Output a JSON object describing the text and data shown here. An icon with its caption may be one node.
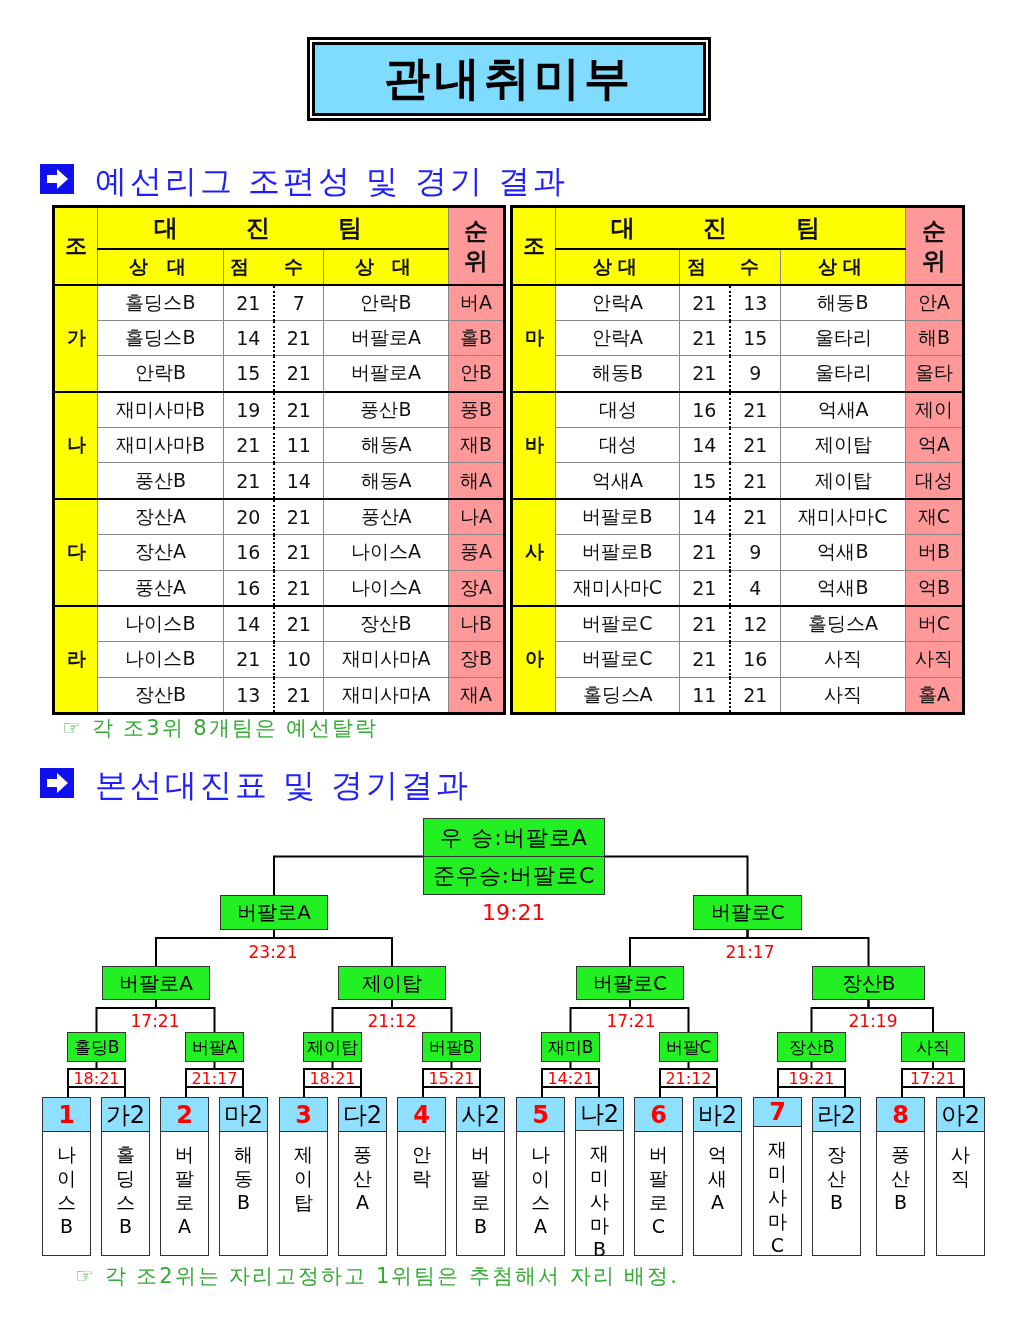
{
  "diagram": {
    "title": "관내취미부",
    "nodes": [
      {
        "text": [
          "우 승:버팔로A",
          "준우승:버팔로C"
        ]
      },
      {
        "text": [
          "버팔로A"
        ]
      },
      {
        "text": [
          "버팔로C"
        ]
      },
      {
        "text": [
          "버팔로A"
        ]
      },
      {
        "text": [
          "제이탑"
        ]
      },
      {
        "text": [
          "버팔로C"
        ]
      },
      {
        "text": [
          "장산B"
        ]
      },
      {
        "text": [
          "홀딩B"
        ]
      },
      {
        "text": [
          "버팔A"
        ]
      },
      {
        "text": [
          "제이탑"
        ]
      },
      {
        "text": [
          "버팔B"
        ]
      },
      {
        "text": [
          "재미B"
        ]
      },
      {
        "text": [
          "버팔C"
        ]
      },
      {
        "text": [
          "장산B"
        ]
      },
      {
        "text": [
          "사직"
        ]
      },
      {
        "text": [
          "18:21"
        ]
      },
      {
        "text": [
          "21:17"
        ]
      },
      {
        "text": [
          "18:21"
        ]
      },
      {
        "text": [
          "15:21"
        ]
      },
      {
        "text": [
          "14:21"
        ]
      },
      {
        "text": [
          "21:12"
        ]
      },
      {
        "text": [
          "19:21"
        ]
      },
      {
        "text": [
          "17:21"
        ]
      },
      {
        "text": [
          "1",
          "나이스B"
        ]
      },
      {
        "text": [
          "가2",
          "홀딩스B"
        ]
      },
      {
        "text": [
          "2",
          "버팔로A"
        ]
      },
      {
        "text": [
          "마2",
          "해동B"
        ]
      },
      {
        "text": [
          "3",
          "제이탑"
        ]
      },
      {
        "text": [
          "다2",
          "풍산A"
        ]
      },
      {
        "text": [
          "4",
          "안락"
        ]
      },
      {
        "text": [
          "사2",
          "버팔로B"
        ]
      },
      {
        "text": [
          "5",
          "나이스A"
        ]
      },
      {
        "text": [
          "나2",
          "재미사마B"
        ]
      },
      {
        "text": [
          "6",
          "버팔로C"
        ]
      },
      {
        "text": [
          "바2",
          "억새A"
        ]
      },
      {
        "text": [
          "7",
          "재미사마C"
        ]
      },
      {
        "text": [
          "라2",
          "장산B"
        ]
      },
      {
        "text": [
          "8",
          "풍산B"
        ]
      },
      {
        "text": [
          "아2",
          "사직"
        ]
      }
    ],
    "edges": [
      {
        "from": 0,
        "to": 1,
        "arrow": "none"
      },
      {
        "from": 0,
        "to": 2,
        "arrow": "none"
      },
      {
        "from": 1,
        "to": 3,
        "arrow": "none"
      },
      {
        "from": 1,
        "to": 4,
        "arrow": "none"
      },
      {
        "from": 2,
        "to": 5,
        "arrow": "none"
      },
      {
        "from": 2,
        "to": 6,
        "arrow": "none"
      },
      {
        "from": 3,
        "to": 7,
        "arrow": "none"
      },
      {
        "from": 3,
        "to": 8,
        "arrow": "none"
      },
      {
        "from": 4,
        "to": 9,
        "arrow": "none"
      },
      {
        "from": 4,
        "to": 10,
        "arrow": "none"
      },
      {
        "from": 5,
        "to": 11,
        "arrow": "none"
      },
      {
        "from": 5,
        "to": 12,
        "arrow": "none"
      },
      {
        "from": 6,
        "to": 13,
        "arrow": "none"
      },
      {
        "from": 6,
        "to": 14,
        "arrow": "none"
      },
      {
        "from": 7,
        "to": 15,
        "arrow": "none"
      },
      {
        "from": 8,
        "to": 16,
        "arrow": "none"
      },
      {
        "from": 9,
        "to": 17,
        "arrow": "none"
      },
      {
        "from": 10,
        "to": 18,
        "arrow": "none"
      },
      {
        "from": 11,
        "to": 19,
        "arrow": "none"
      },
      {
        "from": 12,
        "to": 20,
        "arrow": "none"
      },
      {
        "from": 13,
        "to": 21,
        "arrow": "none"
      },
      {
        "from": 14,
        "to": 22,
        "arrow": "none"
      },
      {
        "from": 15,
        "to": 23,
        "arrow": "none"
      },
      {
        "from": 15,
        "to": 24,
        "arrow": "none"
      },
      {
        "from": 16,
        "to": 25,
        "arrow": "none"
      },
      {
        "from": 16,
        "to": 26,
        "arrow": "none"
      },
      {
        "from": 17,
        "to": 27,
        "arrow": "none"
      },
      {
        "from": 17,
        "to": 28,
        "arrow": "none"
      },
      {
        "from": 18,
        "to": 29,
        "arrow": "none"
      },
      {
        "from": 18,
        "to": 30,
        "arrow": "none"
      },
      {
        "from": 19,
        "to": 31,
        "arrow": "none"
      },
      {
        "from": 19,
        "to": 32,
        "arrow": "none"
      },
      {
        "from": 20,
        "to": 33,
        "arrow": "none"
      },
      {
        "from": 20,
        "to": 34,
        "arrow": "none"
      },
      {
        "from": 21,
        "to": 35,
        "arrow": "none"
      },
      {
        "from": 21,
        "to": 36,
        "arrow": "none"
      },
      {
        "from": 22,
        "to": 37,
        "arrow": "none"
      },
      {
        "from": 22,
        "to": 38,
        "arrow": "none"
      }
    ],
    "labels": [
      "예선리그 조편성 및 경기 결과",
      "조",
      "대 진 팀",
      "순위",
      "상 대",
      "점 수",
      "상 대",
      "가",
      "홀딩스B",
      "21",
      "7",
      "안락B",
      "버A",
      "홀딩스B",
      "14",
      "21",
      "버팔로A",
      "홀B",
      "안락B",
      "15",
      "21",
      "버팔로A",
      "안B",
      "나",
      "재미사마B",
      "19",
      "21",
      "풍산B",
      "풍B",
      "재미사마B",
      "21",
      "11",
      "해동A",
      "재B",
      "풍산B",
      "21",
      "14",
      "해동A",
      "해A",
      "다",
      "장산A",
      "20",
      "21",
      "풍산A",
      "나A",
      "장산A",
      "16",
      "21",
      "나이스A",
      "풍A",
      "풍산A",
      "16",
      "21",
      "나이스A",
      "장A",
      "라",
      "나이스B",
      "14",
      "21",
      "장산B",
      "나B",
      "나이스B",
      "21",
      "10",
      "재미사마A",
      "장B",
      "장산B",
      "13",
      "21",
      "재미사마A",
      "재A",
      "조",
      "대 진 팀",
      "순위",
      "상대",
      "점 수",
      "상대",
      "마",
      "안락A",
      "21",
      "13",
      "해동B",
      "안A",
      "안락A",
      "21",
      "15",
      "울타리",
      "해B",
      "해동B",
      "21",
      "9",
      "울타리",
      "울타",
      "바",
      "대성",
      "16",
      "21",
      "억새A",
      "제이",
      "대성",
      "14",
      "21",
      "제이탑",
      "억A",
      "억새A",
      "15",
      "21",
      "제이탑",
      "대성",
      "사",
      "버팔로B",
      "14",
      "21",
      "재미사마C",
      "재C",
      "버팔로B",
      "21",
      "9",
      "억새B",
      "버B",
      "재미사마C",
      "21",
      "4",
      "억새B",
      "억B",
      "아",
      "버팔로C",
      "21",
      "12",
      "홀딩스A",
      "버C",
      "버팔로C",
      "21",
      "16",
      "사직",
      "사직",
      "홀딩스A",
      "11",
      "21",
      "사직",
      "홀A",
      "☞ 각 조3위 8개팀은 예선탈락",
      "본선대진표 및 경기결과",
      "19:21",
      "23:21",
      "21:17",
      "17:21",
      "21:12",
      "17:21",
      "21:19",
      "☞ 각 조2위는 자리고정하고 1위팀은 추첨해서 자리 배정."
    ]
  }
}
